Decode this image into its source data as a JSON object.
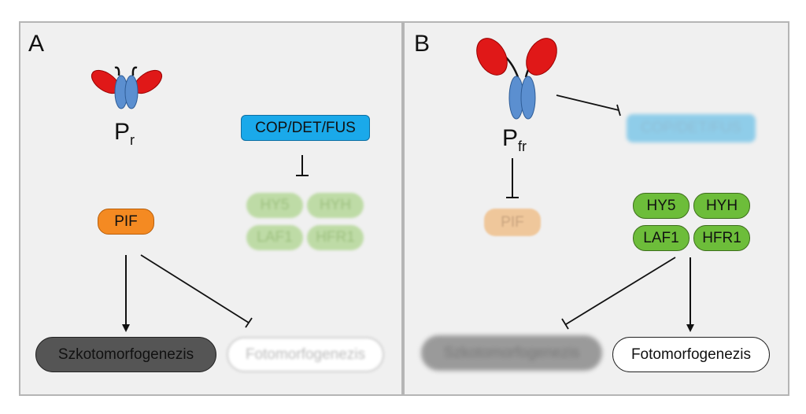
{
  "panel_a": {
    "letter": "A",
    "phytochrome_label": "P",
    "phytochrome_sub": "r",
    "cop": "COP/DET/FUS",
    "pif": "PIF",
    "tfs": [
      "HY5",
      "HYH",
      "LAF1",
      "HFR1"
    ],
    "skoto": "Szkotomorfogenezis",
    "foto": "Fotomorfogenezis"
  },
  "panel_b": {
    "letter": "B",
    "phytochrome_label": "P",
    "phytochrome_sub": "fr",
    "cop": "COP/DET/FUS",
    "pif": "PIF",
    "tfs": [
      "HY5",
      "HYH",
      "LAF1",
      "HFR1"
    ],
    "skoto": "Szkotomorfogenezis",
    "foto": "Fotomorfogenezis"
  },
  "colors": {
    "cop_active": "#1aa9ea",
    "pif_active": "#f48a22",
    "tf_active": "#6dbd3a",
    "chromophore": "#e01818",
    "apoprotein": "#5b8fd0"
  }
}
